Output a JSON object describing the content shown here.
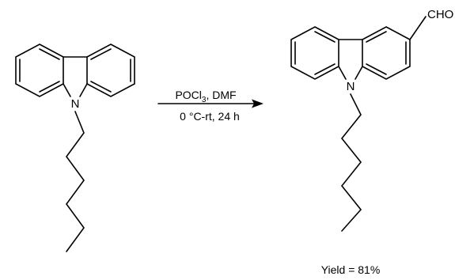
{
  "reaction": {
    "reactant": {
      "nitrogen_label": "N"
    },
    "product": {
      "nitrogen_label": "N",
      "substituent_label": "CHO"
    },
    "arrow": {
      "reagent_line1_prefix": "POCl",
      "reagent_line1_subscript": "3",
      "reagent_line1_suffix": ", DMF",
      "conditions_line2": "0 °C-rt, 24 h"
    },
    "yield_text": "Yield = 81%"
  }
}
